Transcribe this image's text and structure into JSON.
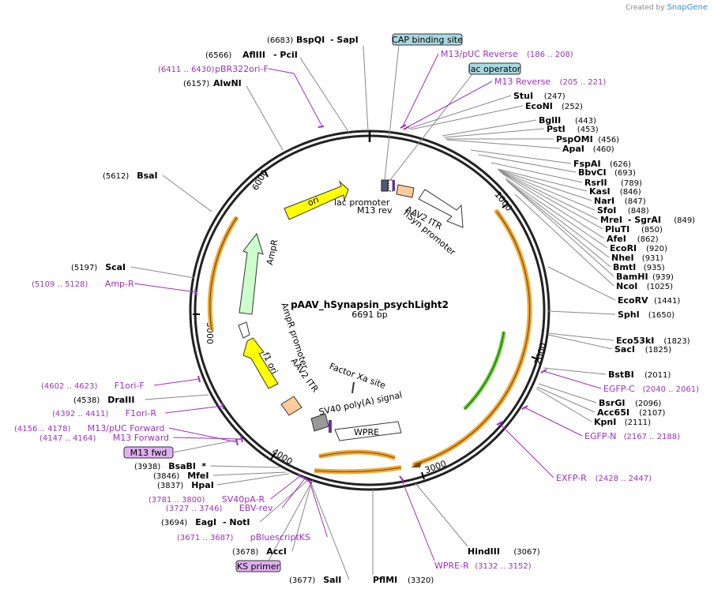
{
  "credit": {
    "prefix": "Created by",
    "brand": "SnapGene"
  },
  "plasmid": {
    "name": "pAAV_hSynapsin_psychLight2",
    "length": "6691 bp"
  },
  "ruler_ticks": [
    "1000",
    "2000",
    "3000",
    "4000",
    "5000",
    "6000"
  ],
  "colors": {
    "primer": "#9d2fc4",
    "orf": "#f0a830",
    "ori": "#ffff00",
    "ampr": "#ccffcc",
    "promoter": "#ffffff",
    "itr": "#ffcc99",
    "boxed_feature": "#a8d8e0",
    "primer_box": "#e0b0f0"
  },
  "top_sites": [
    {
      "pos": "(6683)",
      "name": "BspQI",
      "extra": "- SapI"
    },
    {
      "pos": "(6566)",
      "name": "AflIII",
      "extra": "- PciI"
    },
    {
      "pos": "(6411 .. 6430)",
      "name": "pBR322ori-F",
      "extra": "",
      "primer": true
    },
    {
      "pos": "(6157)",
      "name": "AlwNI",
      "extra": ""
    }
  ],
  "boxed_labels": {
    "cap": "CAP binding site",
    "lac": "lac operator",
    "m13fwd": "M13 fwd",
    "ks": "KS primer"
  },
  "right_sites": [
    {
      "name": "M13/pUC Reverse",
      "pos": "(186 .. 208)",
      "primer": true
    },
    {
      "name": "M13 Reverse",
      "pos": "(205 .. 221)",
      "primer": true
    },
    {
      "name": "StuI",
      "pos": "(247)"
    },
    {
      "name": "EcoNI",
      "pos": "(252)"
    },
    {
      "name": "BglII",
      "pos": "(443)"
    },
    {
      "name": "PstI",
      "pos": "(453)"
    },
    {
      "name": "PspOMI",
      "pos": "(456)"
    },
    {
      "name": "ApaI",
      "pos": "(460)"
    },
    {
      "name": "FspAI",
      "pos": "(626)"
    },
    {
      "name": "BbvCI",
      "pos": "(693)"
    },
    {
      "name": "RsrII",
      "pos": "(789)"
    },
    {
      "name": "KasI",
      "pos": "(846)"
    },
    {
      "name": "NarI",
      "pos": "(847)"
    },
    {
      "name": "SfoI",
      "pos": "(848)"
    },
    {
      "name": "MreI",
      "pos": "(849)",
      "extra": "- SgrAI"
    },
    {
      "name": "PluTI",
      "pos": "(850)"
    },
    {
      "name": "AfeI",
      "pos": "(862)"
    },
    {
      "name": "EcoRI",
      "pos": "(920)"
    },
    {
      "name": "NheI",
      "pos": "(931)"
    },
    {
      "name": "BmtI",
      "pos": "(935)"
    },
    {
      "name": "BamHI",
      "pos": "(939)"
    },
    {
      "name": "NcoI",
      "pos": "(1025)"
    },
    {
      "name": "EcoRV",
      "pos": "(1441)"
    },
    {
      "name": "SphI",
      "pos": "(1650)"
    },
    {
      "name": "Eco53kI",
      "pos": "(1823)"
    },
    {
      "name": "SacI",
      "pos": "(1825)"
    },
    {
      "name": "BstBI",
      "pos": "(2011)"
    },
    {
      "name": "EGFP-C",
      "pos": "(2040 .. 2061)",
      "primer": true
    },
    {
      "name": "BsrGI",
      "pos": "(2096)"
    },
    {
      "name": "Acc65I",
      "pos": "(2107)"
    },
    {
      "name": "KpnI",
      "pos": "(2111)"
    },
    {
      "name": "EGFP-N",
      "pos": "(2167 .. 2188)",
      "primer": true
    },
    {
      "name": "EXFP-R",
      "pos": "(2428 .. 2447)",
      "primer": true
    }
  ],
  "bottom_sites": [
    {
      "name": "HindIII",
      "pos": "(3067)"
    },
    {
      "name": "WPRE-R",
      "pos": "(3132 .. 3152)",
      "primer": true
    },
    {
      "name": "PflMI",
      "pos": "(3320)"
    },
    {
      "name": "SalI",
      "pos": "(3677)"
    },
    {
      "name": "AccI",
      "pos": "(3678)"
    },
    {
      "name": "pBluescriptKS",
      "pos": "(3671 .. 3687)",
      "primer": true
    },
    {
      "name": "EagI",
      "pos": "(3694)",
      "extra": "- NotI"
    },
    {
      "name": "EBV-rev",
      "pos": "(3727 .. 3746)",
      "primer": true
    },
    {
      "name": "SV40pA-R",
      "pos": "(3781 .. 3800)",
      "primer": true
    },
    {
      "name": "HpaI",
      "pos": "(3837)"
    },
    {
      "name": "MfeI",
      "pos": "(3846)"
    },
    {
      "name": "BsaBI",
      "pos": "(3938)",
      "extra": "*"
    }
  ],
  "left_sites": [
    {
      "name": "BsaI",
      "pos": "(5612)"
    },
    {
      "name": "ScaI",
      "pos": "(5197)"
    },
    {
      "name": "Amp-R",
      "pos": "(5109 .. 5128)",
      "primer": true
    },
    {
      "name": "F1ori-F",
      "pos": "(4602 .. 4623)",
      "primer": true
    },
    {
      "name": "DraIII",
      "pos": "(4538)"
    },
    {
      "name": "F1ori-R",
      "pos": "(4392 .. 4411)",
      "primer": true
    },
    {
      "name": "M13/pUC Forward",
      "pos": "(4156 .. 4178)",
      "primer": true
    },
    {
      "name": "M13 Forward",
      "pos": "(4147 .. 4164)",
      "primer": true
    }
  ],
  "features": {
    "ori": "ori",
    "ampr": "AmpR",
    "ampr_promoter": "AmpR promoter",
    "f1ori": "f1 ori",
    "itr_left": "AAV2 ITR",
    "itr_right": "AAV2 ITR",
    "lac_promoter": "lac promoter",
    "m13rev": "M13 rev",
    "hsyn": "hSyn promoter",
    "factor_xa": "Factor Xa site",
    "sv40": "SV40 poly(A) signal",
    "wpre": "WPRE"
  }
}
